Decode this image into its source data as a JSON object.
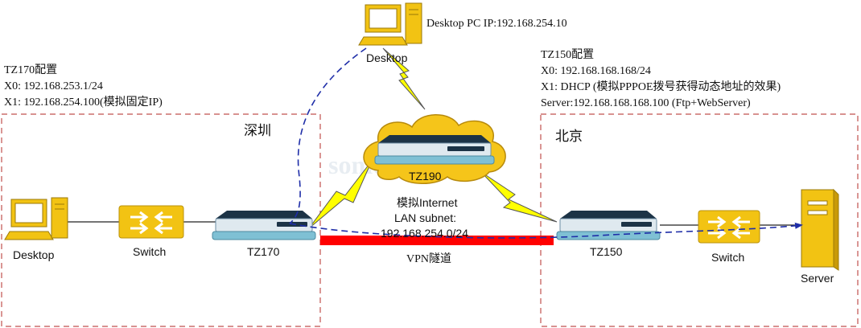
{
  "diagram": {
    "desktop_pc_ip": "Desktop PC IP:192.168.254.10",
    "sites": {
      "shenzhen": "深圳",
      "beijing": "北京"
    },
    "tz170_config": {
      "title": "TZ170配置",
      "x0": "X0: 192.168.253.1/24",
      "x1": "X1: 192.168.254.100(模拟固定IP)"
    },
    "tz150_config": {
      "title": "TZ150配置",
      "x0": "X0: 192.168.168.168/24",
      "x1": "X1: DHCP (模拟PPPOE拨号获得动态地址的效果)",
      "server": "Server:192.168.168.168.100 (Ftp+WebServer)"
    },
    "devices": {
      "remote_desktop": "Desktop",
      "left_desktop": "Desktop",
      "left_switch": "Switch",
      "tz170": "TZ170",
      "tz190": "TZ190",
      "tz150": "TZ150",
      "right_switch": "Switch",
      "server": "Server"
    },
    "internet": {
      "line1": "模拟Internet",
      "line2": "LAN subnet:",
      "line3": "192.168.254.0/24"
    },
    "vpn_label": "VPN隧道",
    "watermark": "sonicwall.hk",
    "colors": {
      "site_border": "#c0504d",
      "vpn_tunnel": "#ff0000",
      "traffic_path": "#1f2ea8",
      "lightning": "#ffff00",
      "cloud": "#f5c51a",
      "switch": "#f2c313",
      "router_body": "#1c3346",
      "router_base": "#7fc0d4"
    }
  }
}
